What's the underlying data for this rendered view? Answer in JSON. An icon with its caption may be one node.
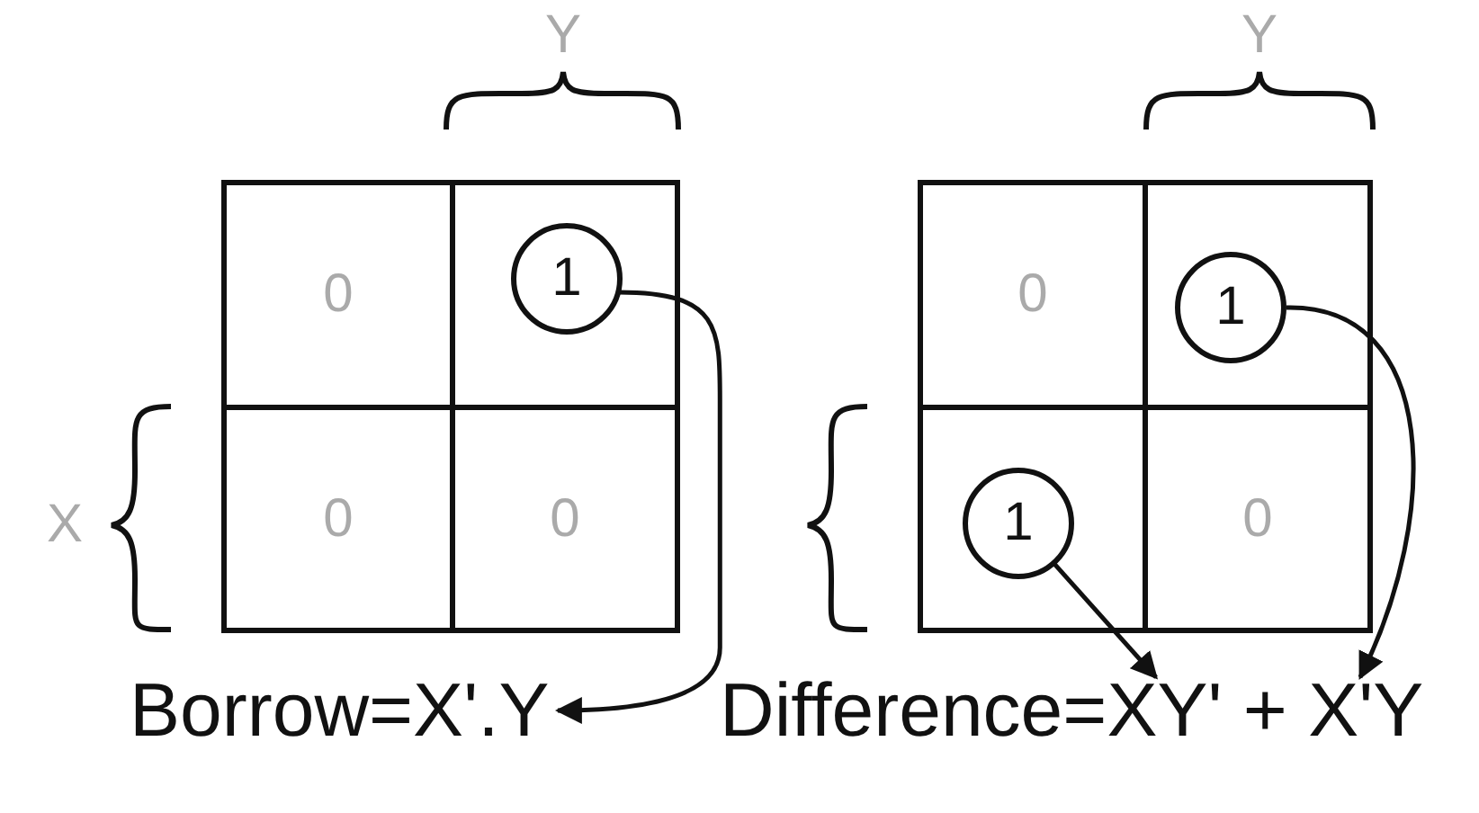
{
  "diagram": {
    "nodes": [
      {
        "text": [
          "0"
        ]
      },
      {
        "text": [],
        "shape": "box"
      },
      {
        "text": [
          "1"
        ],
        "in": 1
      },
      {
        "text": [
          "0"
        ]
      },
      {
        "text": [
          "0"
        ]
      },
      {
        "text": [
          "Borrow=X'.Y"
        ]
      },
      {
        "text": [
          "0"
        ]
      },
      {
        "text": [],
        "shape": "box"
      },
      {
        "text": [
          "1"
        ],
        "in": 7
      },
      {
        "text": [],
        "shape": "box"
      },
      {
        "text": [
          "1"
        ],
        "in": 9
      },
      {
        "text": [
          "0"
        ]
      },
      {
        "text": [
          "Difference=XY' + X'Y"
        ]
      }
    ],
    "edges": [
      {
        "from": 2,
        "to": 5,
        "arrow": "to"
      },
      {
        "from": 8,
        "to": 12,
        "arrow": "to"
      },
      {
        "from": 10,
        "to": 12,
        "arrow": "to"
      }
    ],
    "labels": [
      "Y",
      "X",
      "Y"
    ]
  }
}
